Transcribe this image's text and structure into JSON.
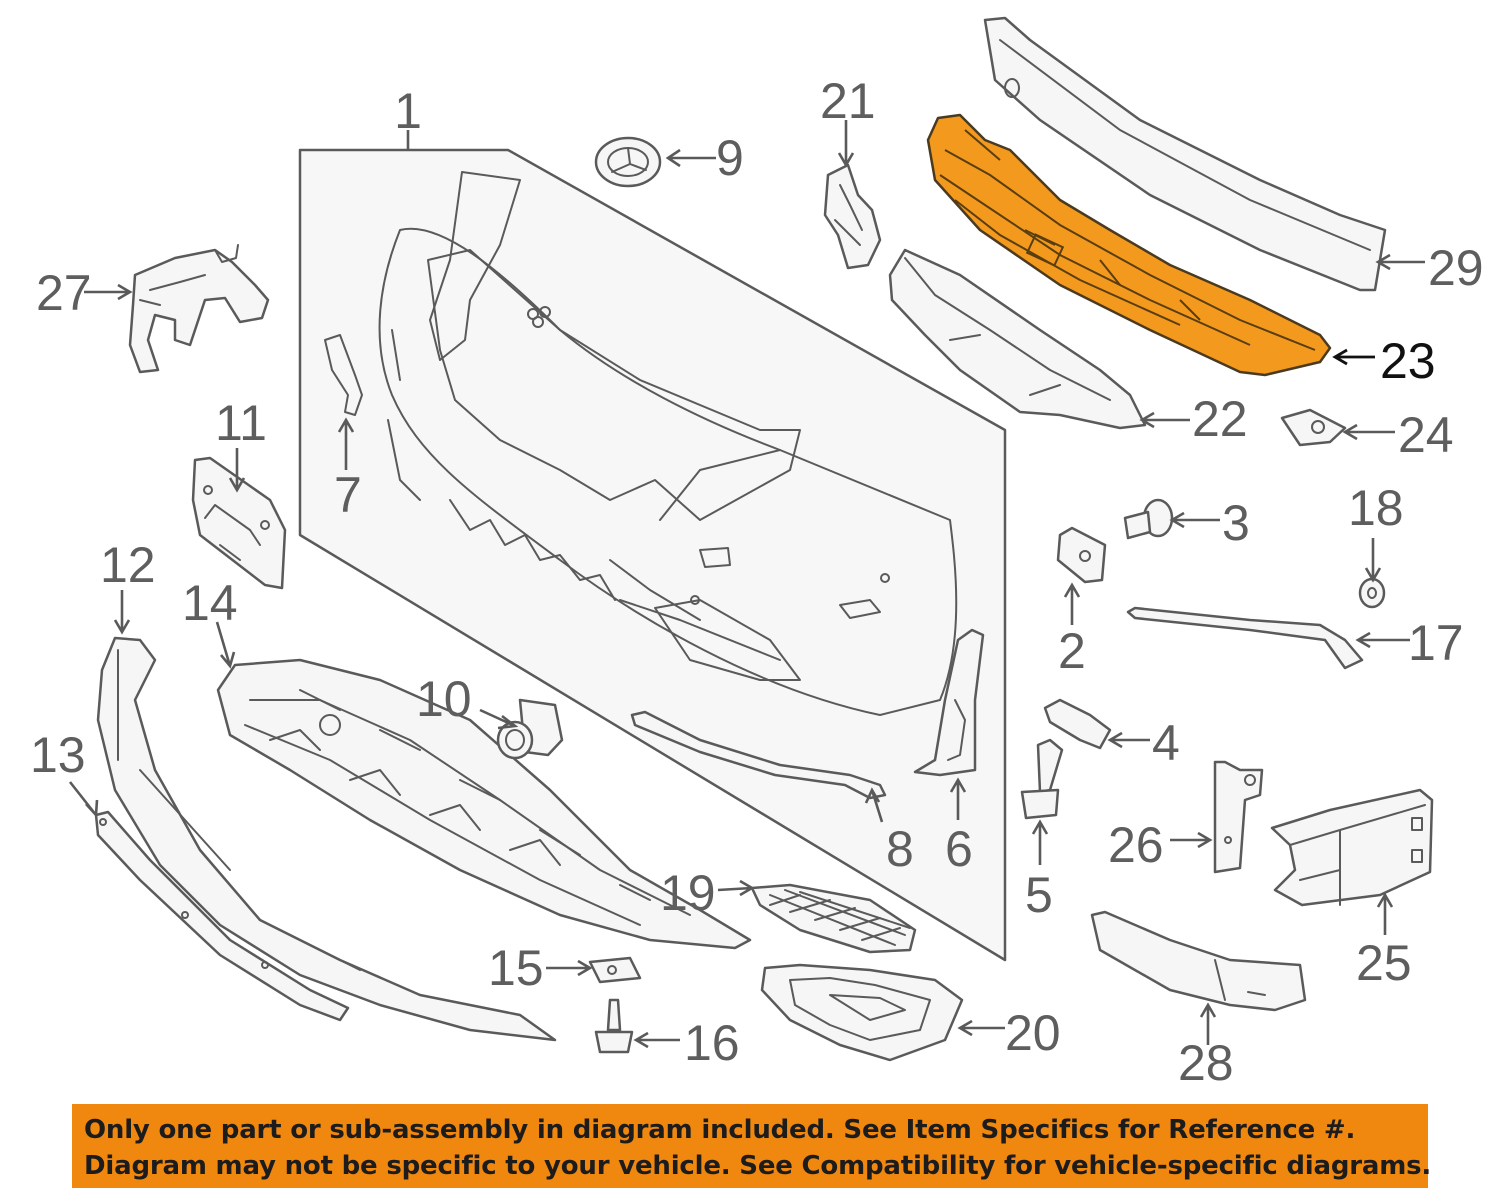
{
  "callouts": {
    "c1": "1",
    "c2": "2",
    "c3": "3",
    "c4": "4",
    "c5": "5",
    "c6": "6",
    "c7": "7",
    "c8": "8",
    "c9": "9",
    "c10": "10",
    "c11": "11",
    "c12": "12",
    "c13": "13",
    "c14": "14",
    "c15": "15",
    "c16": "16",
    "c17": "17",
    "c18": "18",
    "c19": "19",
    "c20": "20",
    "c21": "21",
    "c22": "22",
    "c23": "23",
    "c24": "24",
    "c25": "25",
    "c26": "26",
    "c27": "27",
    "c28": "28",
    "c29": "29"
  },
  "highlighted_part": "23",
  "colors": {
    "highlight": "#f39a1e",
    "notice_background": "#f0870f",
    "line": "#5a5a5a"
  },
  "notice": {
    "line1": "Only one part or sub-assembly in diagram included. See Item Specifics for Reference #.",
    "line2": "Diagram may not be specific to your vehicle. See Compatibility for vehicle-specific diagrams."
  }
}
